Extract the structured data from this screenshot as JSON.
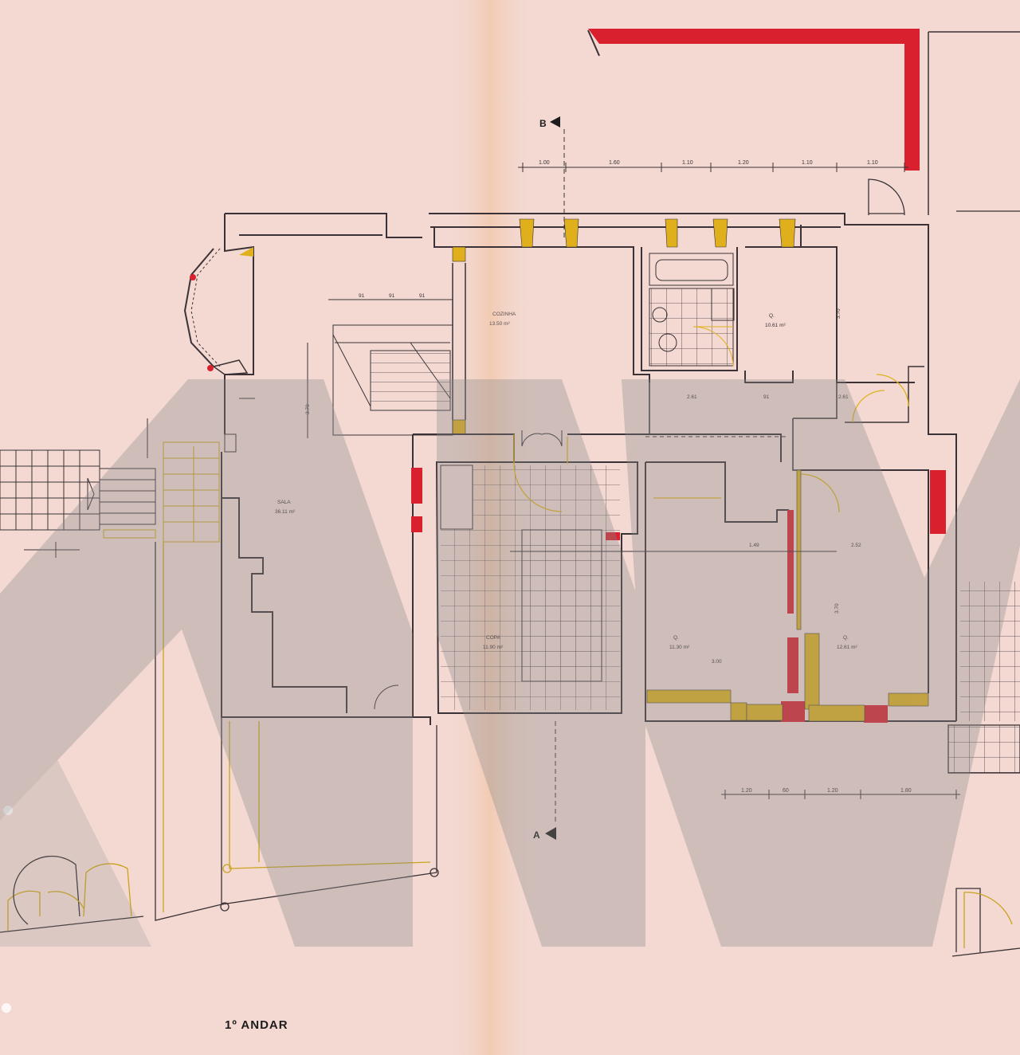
{
  "plan": {
    "title": "1º ANDAR",
    "section_markers": [
      "B",
      "A"
    ]
  },
  "dimensions": {
    "top_chain": [
      "1.00",
      "1.60",
      "1.10",
      "1.20",
      "1.10",
      "1.10"
    ],
    "bottom_chain": [
      "1.20",
      "60",
      "1.20",
      "1.80"
    ],
    "stair_chain": [
      "91",
      "91",
      "91"
    ],
    "mid_chain_left": [
      "2.61",
      "91"
    ],
    "mid_chain_right": "2.61",
    "right_row": [
      "1.49",
      "2.52"
    ],
    "room_d1_width": "3.00",
    "verticals": [
      "3.70",
      "3.70",
      "3.70"
    ]
  },
  "rooms": [
    {
      "name": "COZINHA",
      "area": "13.50 m²"
    },
    {
      "name": "Q.",
      "area": "10.61 m²"
    },
    {
      "name": "SALA",
      "area": "36.11 m²"
    },
    {
      "name": "COPA",
      "area": "11.90 m²"
    },
    {
      "name": "Q.",
      "area": "11.30 m²"
    },
    {
      "name": "Q.",
      "area": "12.61 m²"
    }
  ],
  "colors": {
    "paper": "#f3d9d2",
    "line": "#3a3236",
    "new_wall_red": "#d8202e",
    "yellow": "#e0b01c",
    "watermark": "#8a8a8a"
  }
}
